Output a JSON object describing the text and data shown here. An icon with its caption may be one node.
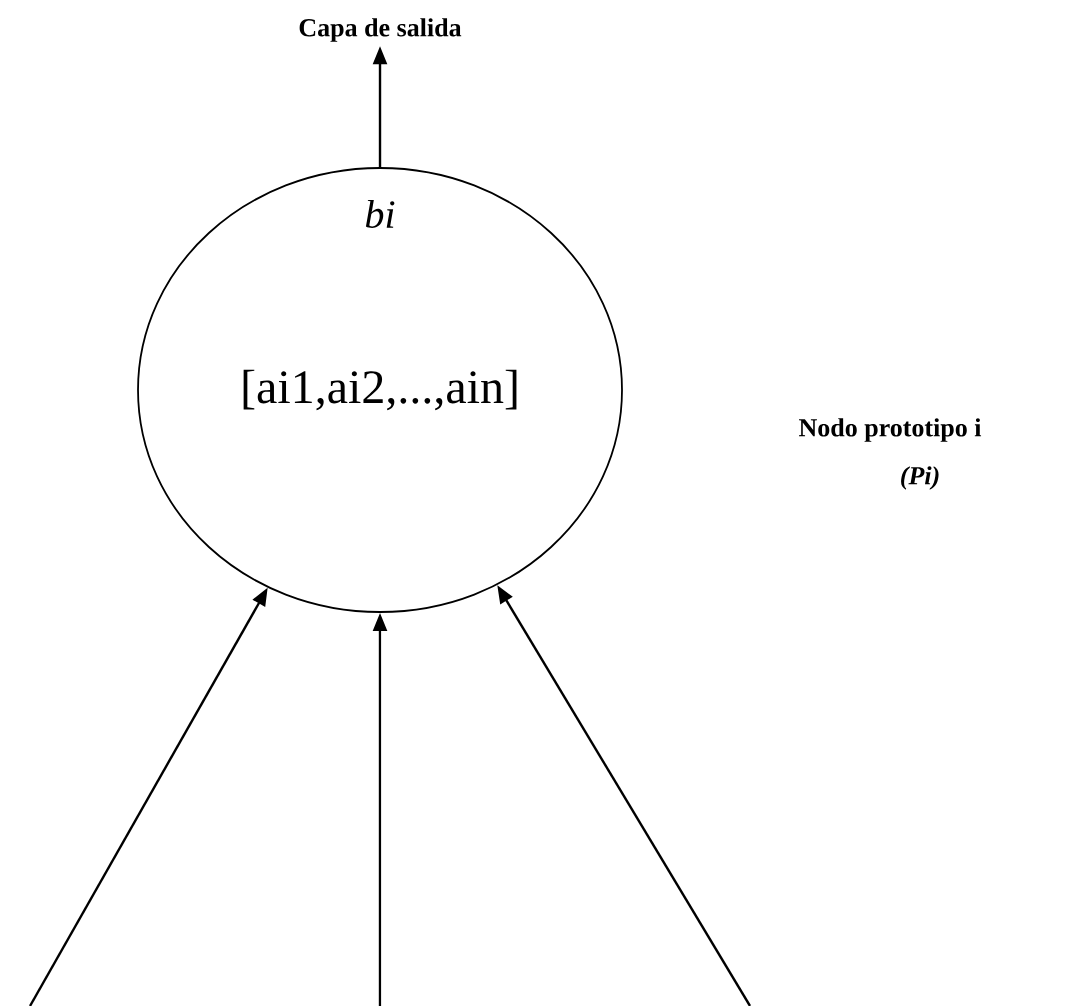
{
  "diagram": {
    "nodes": [
      {
        "text": [
          "Capa de salida"
        ]
      },
      {
        "text": [
          "bi",
          "[ai1,ai2,...,ain]"
        ],
        "beside": [
          "Nodo prototipo i",
          "(Pi)"
        ]
      }
    ],
    "edges": [
      {
        "from": 1,
        "to": 0,
        "arrow": "to"
      },
      {
        "from": null,
        "to": 1,
        "arrow": "to"
      },
      {
        "from": null,
        "to": 1,
        "arrow": "to"
      },
      {
        "from": null,
        "to": 1,
        "arrow": "to"
      }
    ]
  }
}
